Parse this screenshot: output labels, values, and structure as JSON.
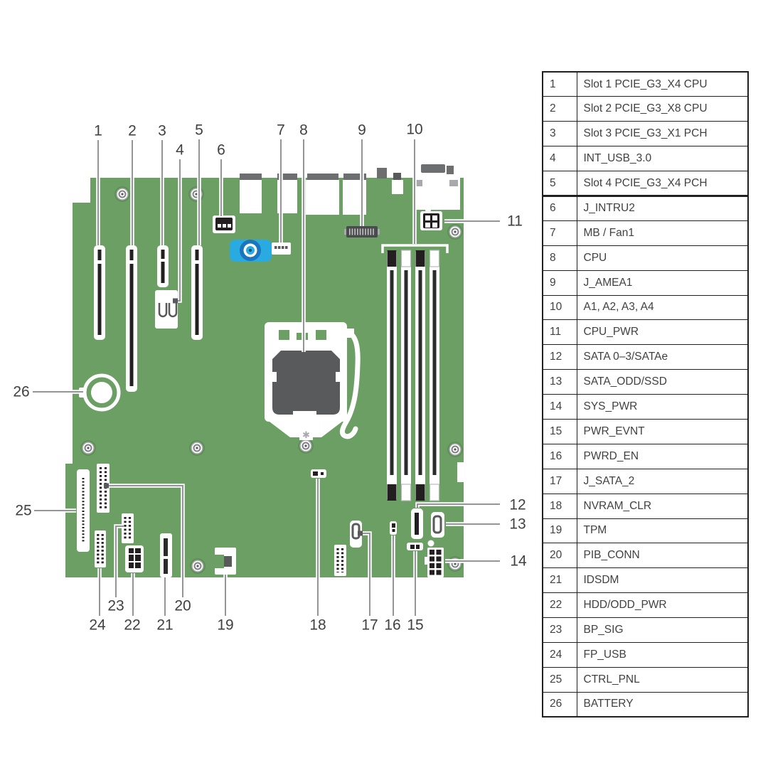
{
  "legend": {
    "rows": [
      {
        "num": "1",
        "label": "Slot 1 PCIE_G3_X4 CPU"
      },
      {
        "num": "2",
        "label": "Slot 2 PCIE_G3_X8 CPU"
      },
      {
        "num": "3",
        "label": "Slot 3 PCIE_G3_X1 PCH"
      },
      {
        "num": "4",
        "label": "INT_USB_3.0"
      },
      {
        "num": "5",
        "label": "Slot 4 PCIE_G3_X4 PCH"
      },
      {
        "num": "6",
        "label": "J_INTRU2"
      },
      {
        "num": "7",
        "label": "MB / Fan1"
      },
      {
        "num": "8",
        "label": "CPU"
      },
      {
        "num": "9",
        "label": "J_AMEA1"
      },
      {
        "num": "10",
        "label": "A1, A2, A3, A4"
      },
      {
        "num": "11",
        "label": "CPU_PWR"
      },
      {
        "num": "12",
        "label": "SATA 0–3/SATAe"
      },
      {
        "num": "13",
        "label": "SATA_ODD/SSD"
      },
      {
        "num": "14",
        "label": "SYS_PWR"
      },
      {
        "num": "15",
        "label": "PWR_EVNT"
      },
      {
        "num": "16",
        "label": "PWRD_EN"
      },
      {
        "num": "17",
        "label": "J_SATA_2"
      },
      {
        "num": "18",
        "label": "NVRAM_CLR"
      },
      {
        "num": "19",
        "label": "TPM"
      },
      {
        "num": "20",
        "label": "PIB_CONN"
      },
      {
        "num": "21",
        "label": "IDSDM"
      },
      {
        "num": "22",
        "label": "HDD/ODD_PWR"
      },
      {
        "num": "23",
        "label": "BP_SIG"
      },
      {
        "num": "24",
        "label": "FP_USB"
      },
      {
        "num": "25",
        "label": "CTRL_PNL"
      },
      {
        "num": "26",
        "label": "BATTERY"
      }
    ]
  },
  "colors": {
    "board_green": "#6C9F64",
    "connector_dark": "#58595B",
    "port_cap_gray": "#6D6E70",
    "light_gray": "#A7A9AC",
    "leader_gray": "#939598",
    "thumbscrew_blue": "#29ABE2",
    "thumbscrew_blue_dark": "#1B75BC",
    "text": "#414042",
    "table_border": "#231F20"
  }
}
